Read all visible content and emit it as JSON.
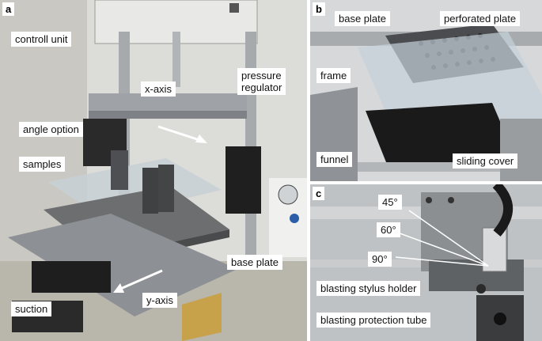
{
  "figure": {
    "panels": [
      {
        "letter": "a",
        "labels": {
          "control_unit": "controll unit",
          "x_axis": "x-axis",
          "pressure_regulator_line1": "pressure",
          "pressure_regulator_line2": "regulator",
          "angle_option": "angle option",
          "samples": "samples",
          "base_plate": "base plate",
          "suction": "suction",
          "y_axis": "y-axis"
        }
      },
      {
        "letter": "b",
        "labels": {
          "base_plate": "base plate",
          "perforated_plate": "perforated plate",
          "frame": "frame",
          "funnel": "funnel",
          "sliding_cover": "sliding cover"
        }
      },
      {
        "letter": "c",
        "labels": {
          "angle_45": "45°",
          "angle_60": "60°",
          "angle_90": "90°",
          "stylus_holder": "blasting stylus holder",
          "protection_tube": "blasting protection tube"
        }
      }
    ]
  }
}
